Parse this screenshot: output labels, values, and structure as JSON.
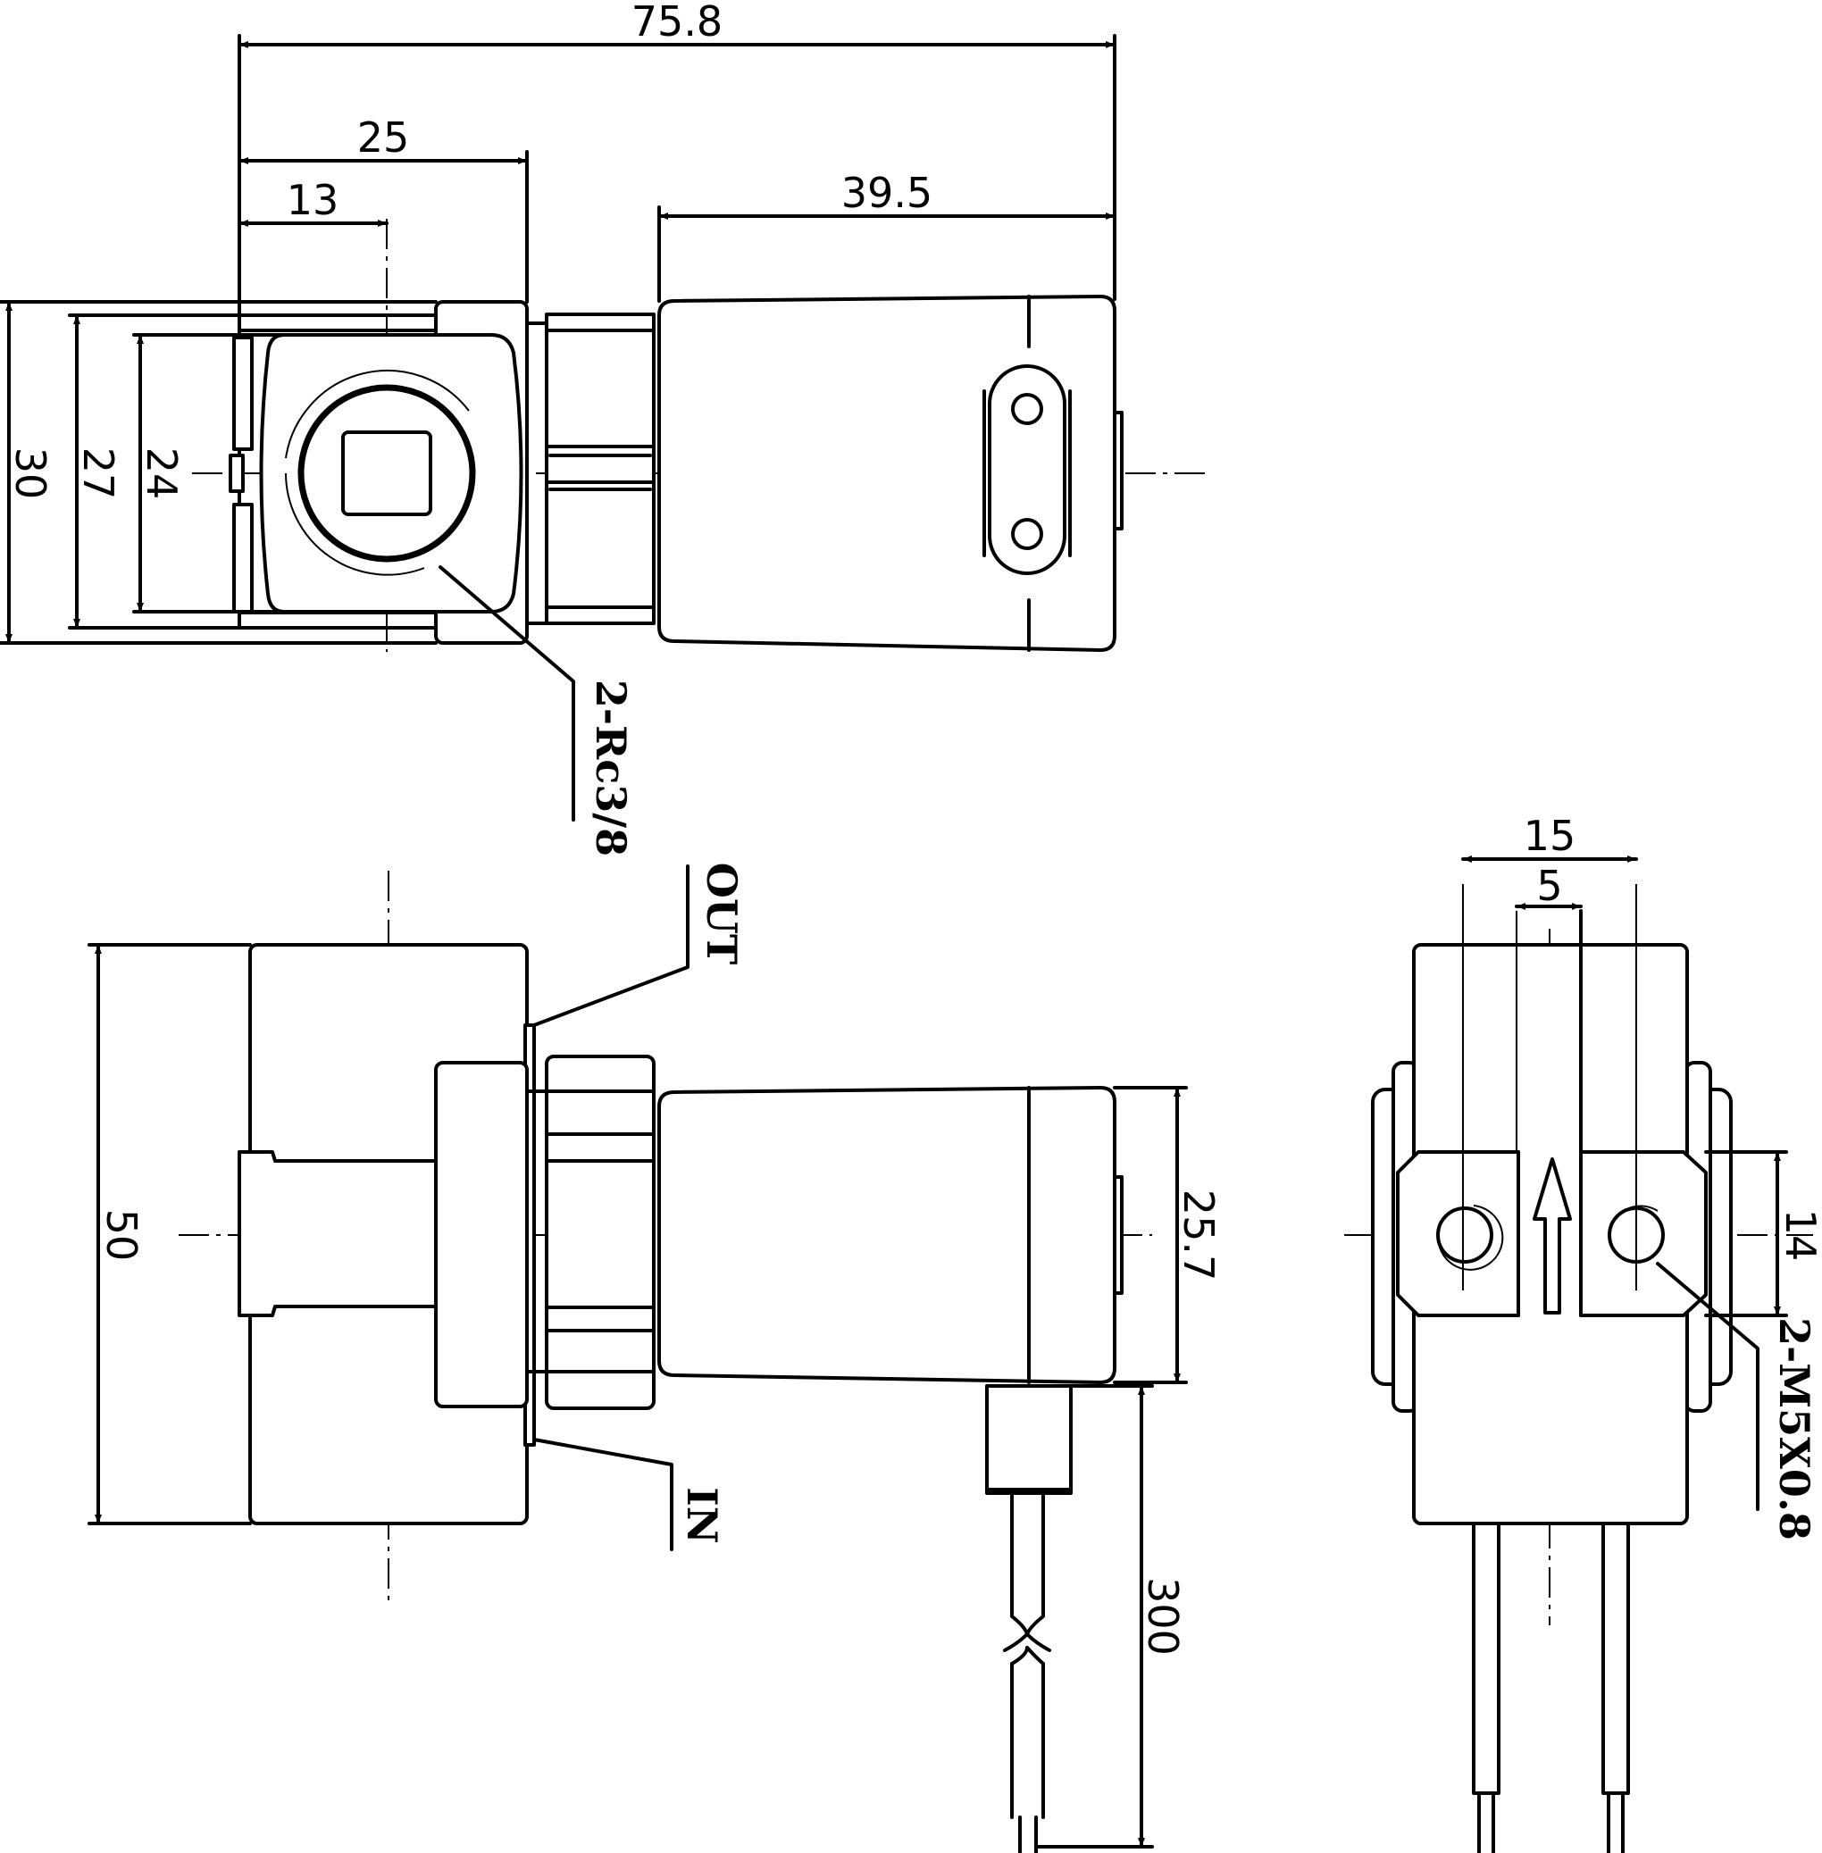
{
  "dimensions": {
    "overall_length": "75.8",
    "port_block_width": "25",
    "port_center_offset": "13",
    "coil_length": "39.5",
    "height_outer": "30",
    "height_mid": "27",
    "height_inner": "24",
    "body_height": "50",
    "coil_height": "25.7",
    "lead_length": "300",
    "mount_hole_spacing": "15",
    "arrow_offset": "5",
    "mount_plate_height": "14"
  },
  "labels": {
    "port_thread": "2-Rc3/8",
    "outlet": "OUT",
    "inlet": "IN",
    "mount_thread": "2-M5X0.8"
  }
}
